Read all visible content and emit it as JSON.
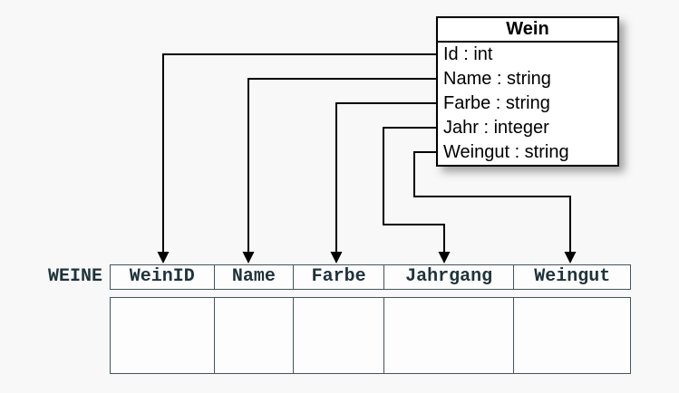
{
  "class_box": {
    "title": "Wein",
    "attributes": [
      "Id : int",
      "Name : string",
      "Farbe : string",
      "Jahr : integer",
      "Weingut : string"
    ]
  },
  "table": {
    "label": "WEINE",
    "columns": [
      "WeinID",
      "Name",
      "Farbe",
      "Jahrgang",
      "Weingut"
    ],
    "body_rows": 1
  },
  "mappings": [
    {
      "from": "Id",
      "to": "WeinID"
    },
    {
      "from": "Name",
      "to": "Name"
    },
    {
      "from": "Farbe",
      "to": "Farbe"
    },
    {
      "from": "Jahr",
      "to": "Jahrgang"
    },
    {
      "from": "Weingut",
      "to": "Weingut"
    }
  ],
  "colors": {
    "background": "#f8f8f8",
    "box_border": "#000000",
    "arrow": "#000000",
    "table_border": "#44555c",
    "mono_text": "#1e333b",
    "cell_fill": "#fdfdfd"
  }
}
